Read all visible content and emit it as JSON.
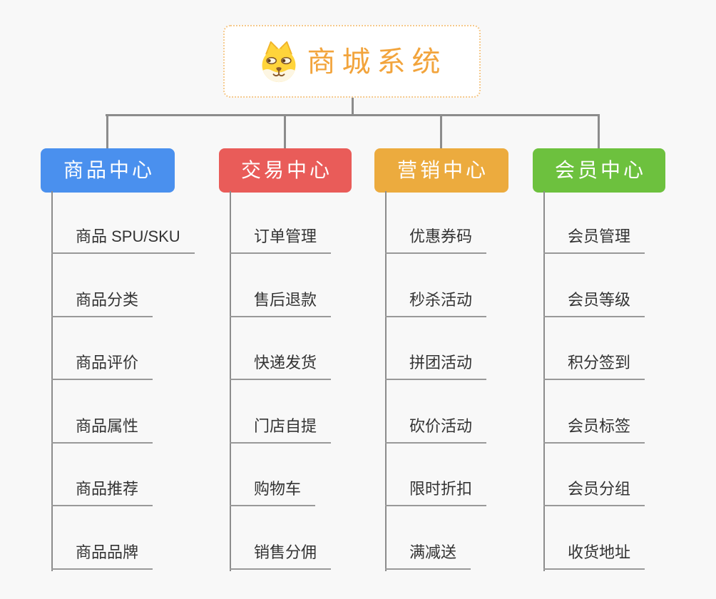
{
  "app": {
    "type": "mind-map",
    "background": "#f8f8f8"
  },
  "root": {
    "title": "商城系统",
    "icon": "doge-icon",
    "title_color": "#f2a43c",
    "border_color": "#f5c98b"
  },
  "connector_color": "#8c8c8c",
  "branches": [
    {
      "id": "product-center",
      "label": "商品中心",
      "color": "#4a90ee",
      "children": [
        "商品 SPU/SKU",
        "商品分类",
        "商品评价",
        "商品属性",
        "商品推荐",
        "商品品牌"
      ]
    },
    {
      "id": "trade-center",
      "label": "交易中心",
      "color": "#e95c59",
      "children": [
        "订单管理",
        "售后退款",
        "快递发货",
        "门店自提",
        "购物车",
        "销售分佣"
      ]
    },
    {
      "id": "marketing-center",
      "label": "营销中心",
      "color": "#ecab3e",
      "children": [
        "优惠券码",
        "秒杀活动",
        "拼团活动",
        "砍价活动",
        "限时折扣",
        "满减送"
      ]
    },
    {
      "id": "member-center",
      "label": "会员中心",
      "color": "#6dc13e",
      "children": [
        "会员管理",
        "会员等级",
        "积分签到",
        "会员标签",
        "会员分组",
        "收货地址"
      ]
    }
  ]
}
